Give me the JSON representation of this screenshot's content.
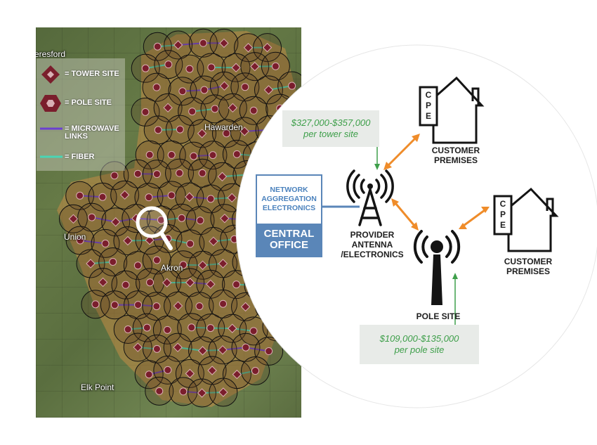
{
  "map": {
    "places": [
      "eresford",
      "Hawarden",
      "Akron",
      "Elk Point",
      "Union"
    ]
  },
  "legend": [
    {
      "icon": "tower-site-icon",
      "label": "= TOWER SITE"
    },
    {
      "icon": "pole-site-icon",
      "label": "= POLE SITE"
    },
    {
      "icon": "microwave-link-icon",
      "label": "= MICROWAVE\nLINKS"
    },
    {
      "icon": "fiber-icon",
      "label": "= FIBER"
    }
  ],
  "diagram": {
    "tower_cost": "$327,000-$357,000\nper tower site",
    "pole_cost": "$109,000-$135,000\nper pole site",
    "network_label": "NETWORK\nAGGREGATION\nELECTRONICS",
    "central_office": "CENTRAL\nOFFICE",
    "provider_label": "PROVIDER\nANTENNA\n/ELECTRONICS",
    "pole_site_label": "POLE SITE",
    "customer_label": "CUSTOMER\nPREMISES",
    "cpe_text": "CPE"
  },
  "colors": {
    "tower": "#7a1e2c",
    "pole": "#7a1e2c",
    "microwave": "#6b3fd1",
    "fiber": "#49d6b5",
    "arrow": "#ef8c2a",
    "cost_text": "#3e9f4a",
    "central_office": "#5a86b8"
  }
}
